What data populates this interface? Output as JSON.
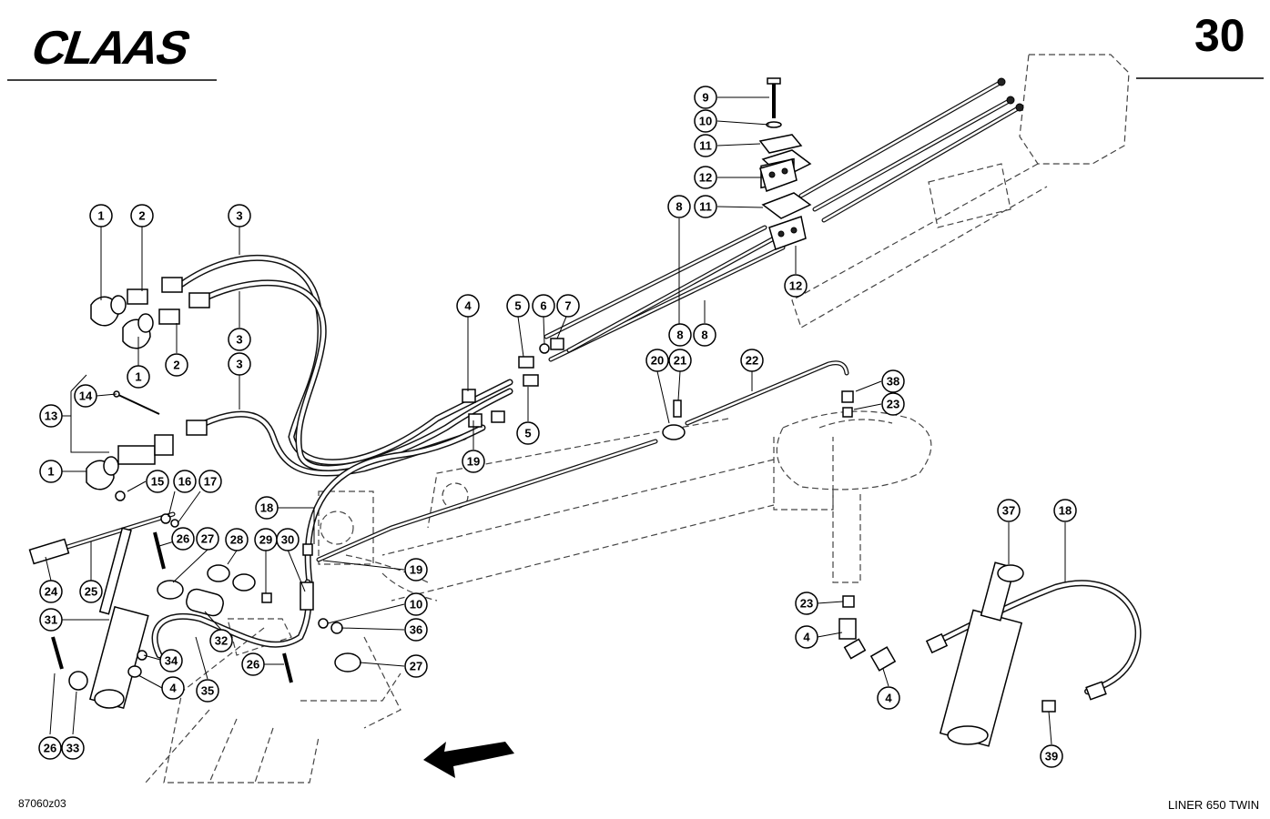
{
  "header": {
    "brand": "CLAAS",
    "page_number": "30"
  },
  "footer": {
    "drawing_code": "87060z03",
    "model": "LINER 650 TWIN"
  },
  "callouts": [
    {
      "n": "1"
    },
    {
      "n": "2"
    },
    {
      "n": "3"
    },
    {
      "n": "3"
    },
    {
      "n": "1"
    },
    {
      "n": "2"
    },
    {
      "n": "3"
    },
    {
      "n": "14"
    },
    {
      "n": "13"
    },
    {
      "n": "1"
    },
    {
      "n": "15"
    },
    {
      "n": "16"
    },
    {
      "n": "17"
    },
    {
      "n": "24"
    },
    {
      "n": "25"
    },
    {
      "n": "26"
    },
    {
      "n": "27"
    },
    {
      "n": "28"
    },
    {
      "n": "29"
    },
    {
      "n": "30"
    },
    {
      "n": "18"
    },
    {
      "n": "31"
    },
    {
      "n": "32"
    },
    {
      "n": "34"
    },
    {
      "n": "4"
    },
    {
      "n": "35"
    },
    {
      "n": "26"
    },
    {
      "n": "26"
    },
    {
      "n": "33"
    },
    {
      "n": "19"
    },
    {
      "n": "10"
    },
    {
      "n": "36"
    },
    {
      "n": "27"
    },
    {
      "n": "4"
    },
    {
      "n": "5"
    },
    {
      "n": "6"
    },
    {
      "n": "7"
    },
    {
      "n": "5"
    },
    {
      "n": "19"
    },
    {
      "n": "9"
    },
    {
      "n": "10"
    },
    {
      "n": "11"
    },
    {
      "n": "12"
    },
    {
      "n": "8"
    },
    {
      "n": "11"
    },
    {
      "n": "12"
    },
    {
      "n": "8"
    },
    {
      "n": "8"
    },
    {
      "n": "20"
    },
    {
      "n": "21"
    },
    {
      "n": "22"
    },
    {
      "n": "38"
    },
    {
      "n": "23"
    },
    {
      "n": "37"
    },
    {
      "n": "18"
    },
    {
      "n": "23"
    },
    {
      "n": "4"
    },
    {
      "n": "4"
    },
    {
      "n": "39"
    }
  ]
}
